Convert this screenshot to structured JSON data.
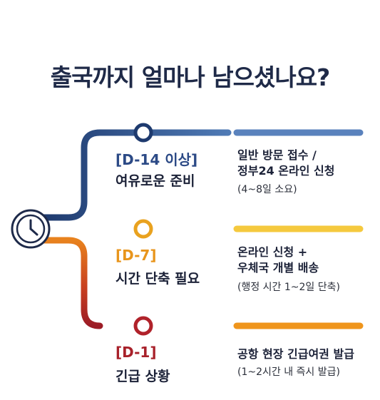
{
  "title": "출국까지 얼마나 남으셨나요?",
  "icon": "clock-icon",
  "colors": {
    "navy": "#1e3a6e",
    "blue": "#4a74b0",
    "yellow": "#f2bc2b",
    "orange": "#e88a1e",
    "red": "#b0222a",
    "navy_text": "#2c4a86",
    "orange_text": "#e8951c",
    "red_text": "#a8212a"
  },
  "stages": [
    {
      "tag": "[D-14 이상]",
      "heading": "여유로운 준비",
      "desc_line1": "일반 방문 접수 /",
      "desc_line2": "정부24 온라인 신청",
      "note": "(4~8일 소요)"
    },
    {
      "tag": "[D-7]",
      "heading": "시간 단축 필요",
      "desc_line1": "온라인 신청 +",
      "desc_line2": "우체국 개별 배송",
      "note": "(행정 시간 1~2일 단축)"
    },
    {
      "tag": "[D-1]",
      "heading": "긴급 상황",
      "desc_line1": "공항 현장 긴급여권 발급",
      "note": "(1~2시간 내 즉시 발급)"
    }
  ]
}
